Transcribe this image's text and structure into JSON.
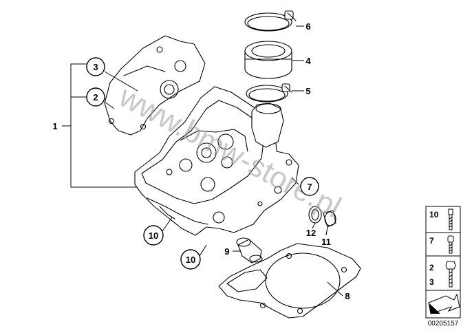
{
  "callouts": {
    "c1": "1",
    "c2": "2",
    "c3": "3",
    "c4": "4",
    "c5": "5",
    "c6": "6",
    "c7": "7",
    "c8": "8",
    "c9": "9",
    "c10a": "10",
    "c10b": "10",
    "c11": "11",
    "c12": "12"
  },
  "watermark": "www.bmw-store.pl",
  "legend": {
    "rows": [
      {
        "labels": [
          "10"
        ]
      },
      {
        "labels": [
          "7"
        ]
      },
      {
        "labels": [
          "2",
          "3"
        ]
      }
    ],
    "doc_id": "00205157"
  }
}
